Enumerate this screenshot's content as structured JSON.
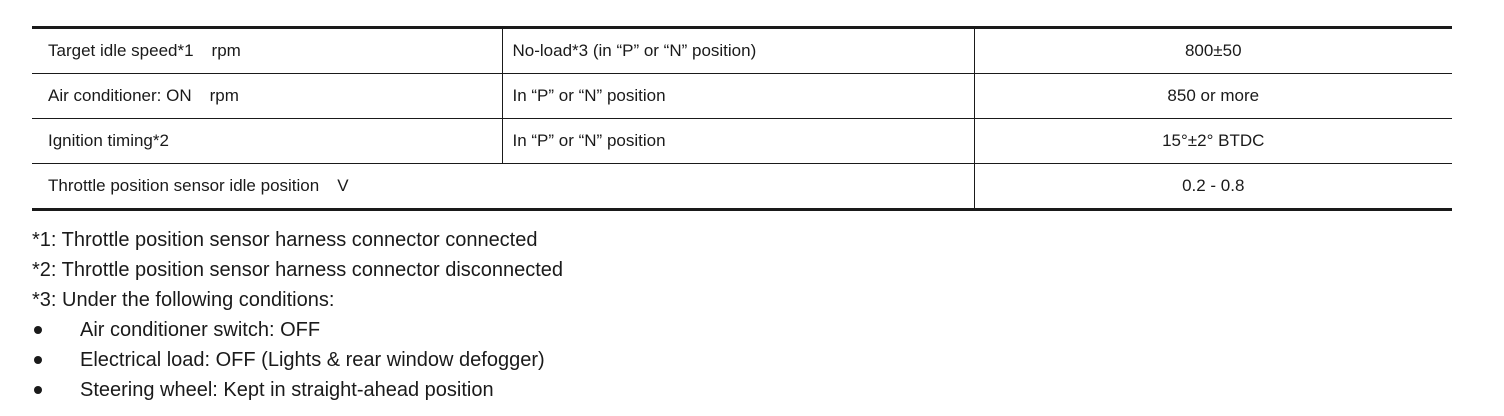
{
  "table": {
    "rows": [
      {
        "item": "Target idle speed*1",
        "unit": "rpm",
        "condition": "No-load*3 (in “P” or “N” position)",
        "value": "800±50"
      },
      {
        "item": "Air conditioner: ON",
        "unit": "rpm",
        "condition": "In “P” or “N” position",
        "value": "850 or more"
      },
      {
        "item": "Ignition timing*2",
        "unit": "",
        "condition": "In “P” or “N” position",
        "value": "15°±2° BTDC"
      },
      {
        "item": "Throttle position sensor idle position",
        "unit": "V",
        "condition": "",
        "value": "0.2 - 0.8"
      }
    ]
  },
  "notes": {
    "items": [
      "*1: Throttle position sensor harness connector connected",
      "*2: Throttle position sensor harness connector disconnected",
      "*3: Under the following conditions:"
    ],
    "bullets": [
      "Air conditioner switch: OFF",
      "Electrical load: OFF (Lights & rear window defogger)",
      "Steering wheel: Kept in straight-ahead position"
    ]
  }
}
